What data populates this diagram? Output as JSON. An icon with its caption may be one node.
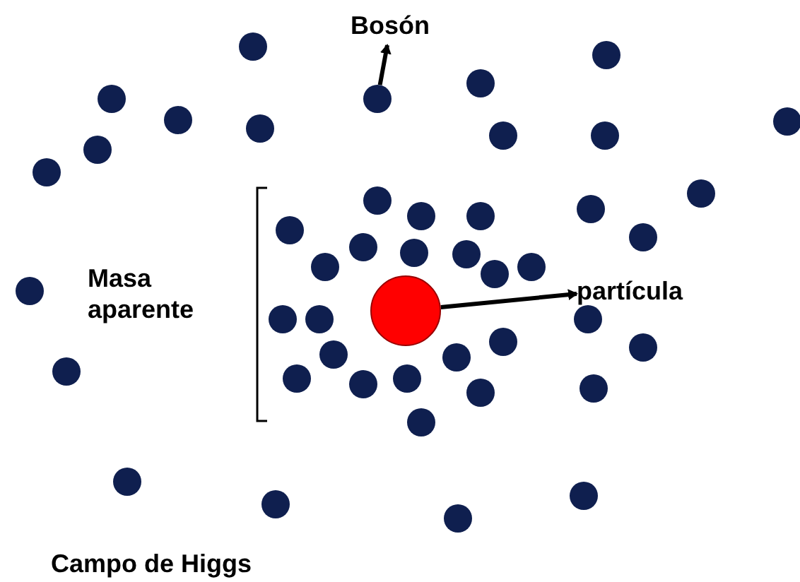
{
  "diagram": {
    "nodes": [
      {
        "text": [
          "Bosón"
        ]
      },
      {
        "text": [],
        "shape": "circle"
      },
      {
        "text": [
          "partícula"
        ]
      },
      {
        "text": [],
        "shape": "circle"
      }
    ],
    "edges": [
      {
        "from": 1,
        "to": 0,
        "arrow": "to"
      },
      {
        "from": 3,
        "to": 2,
        "arrow": "to"
      }
    ],
    "labels": [
      "Masa aparente",
      "Campo de Higgs"
    ]
  }
}
